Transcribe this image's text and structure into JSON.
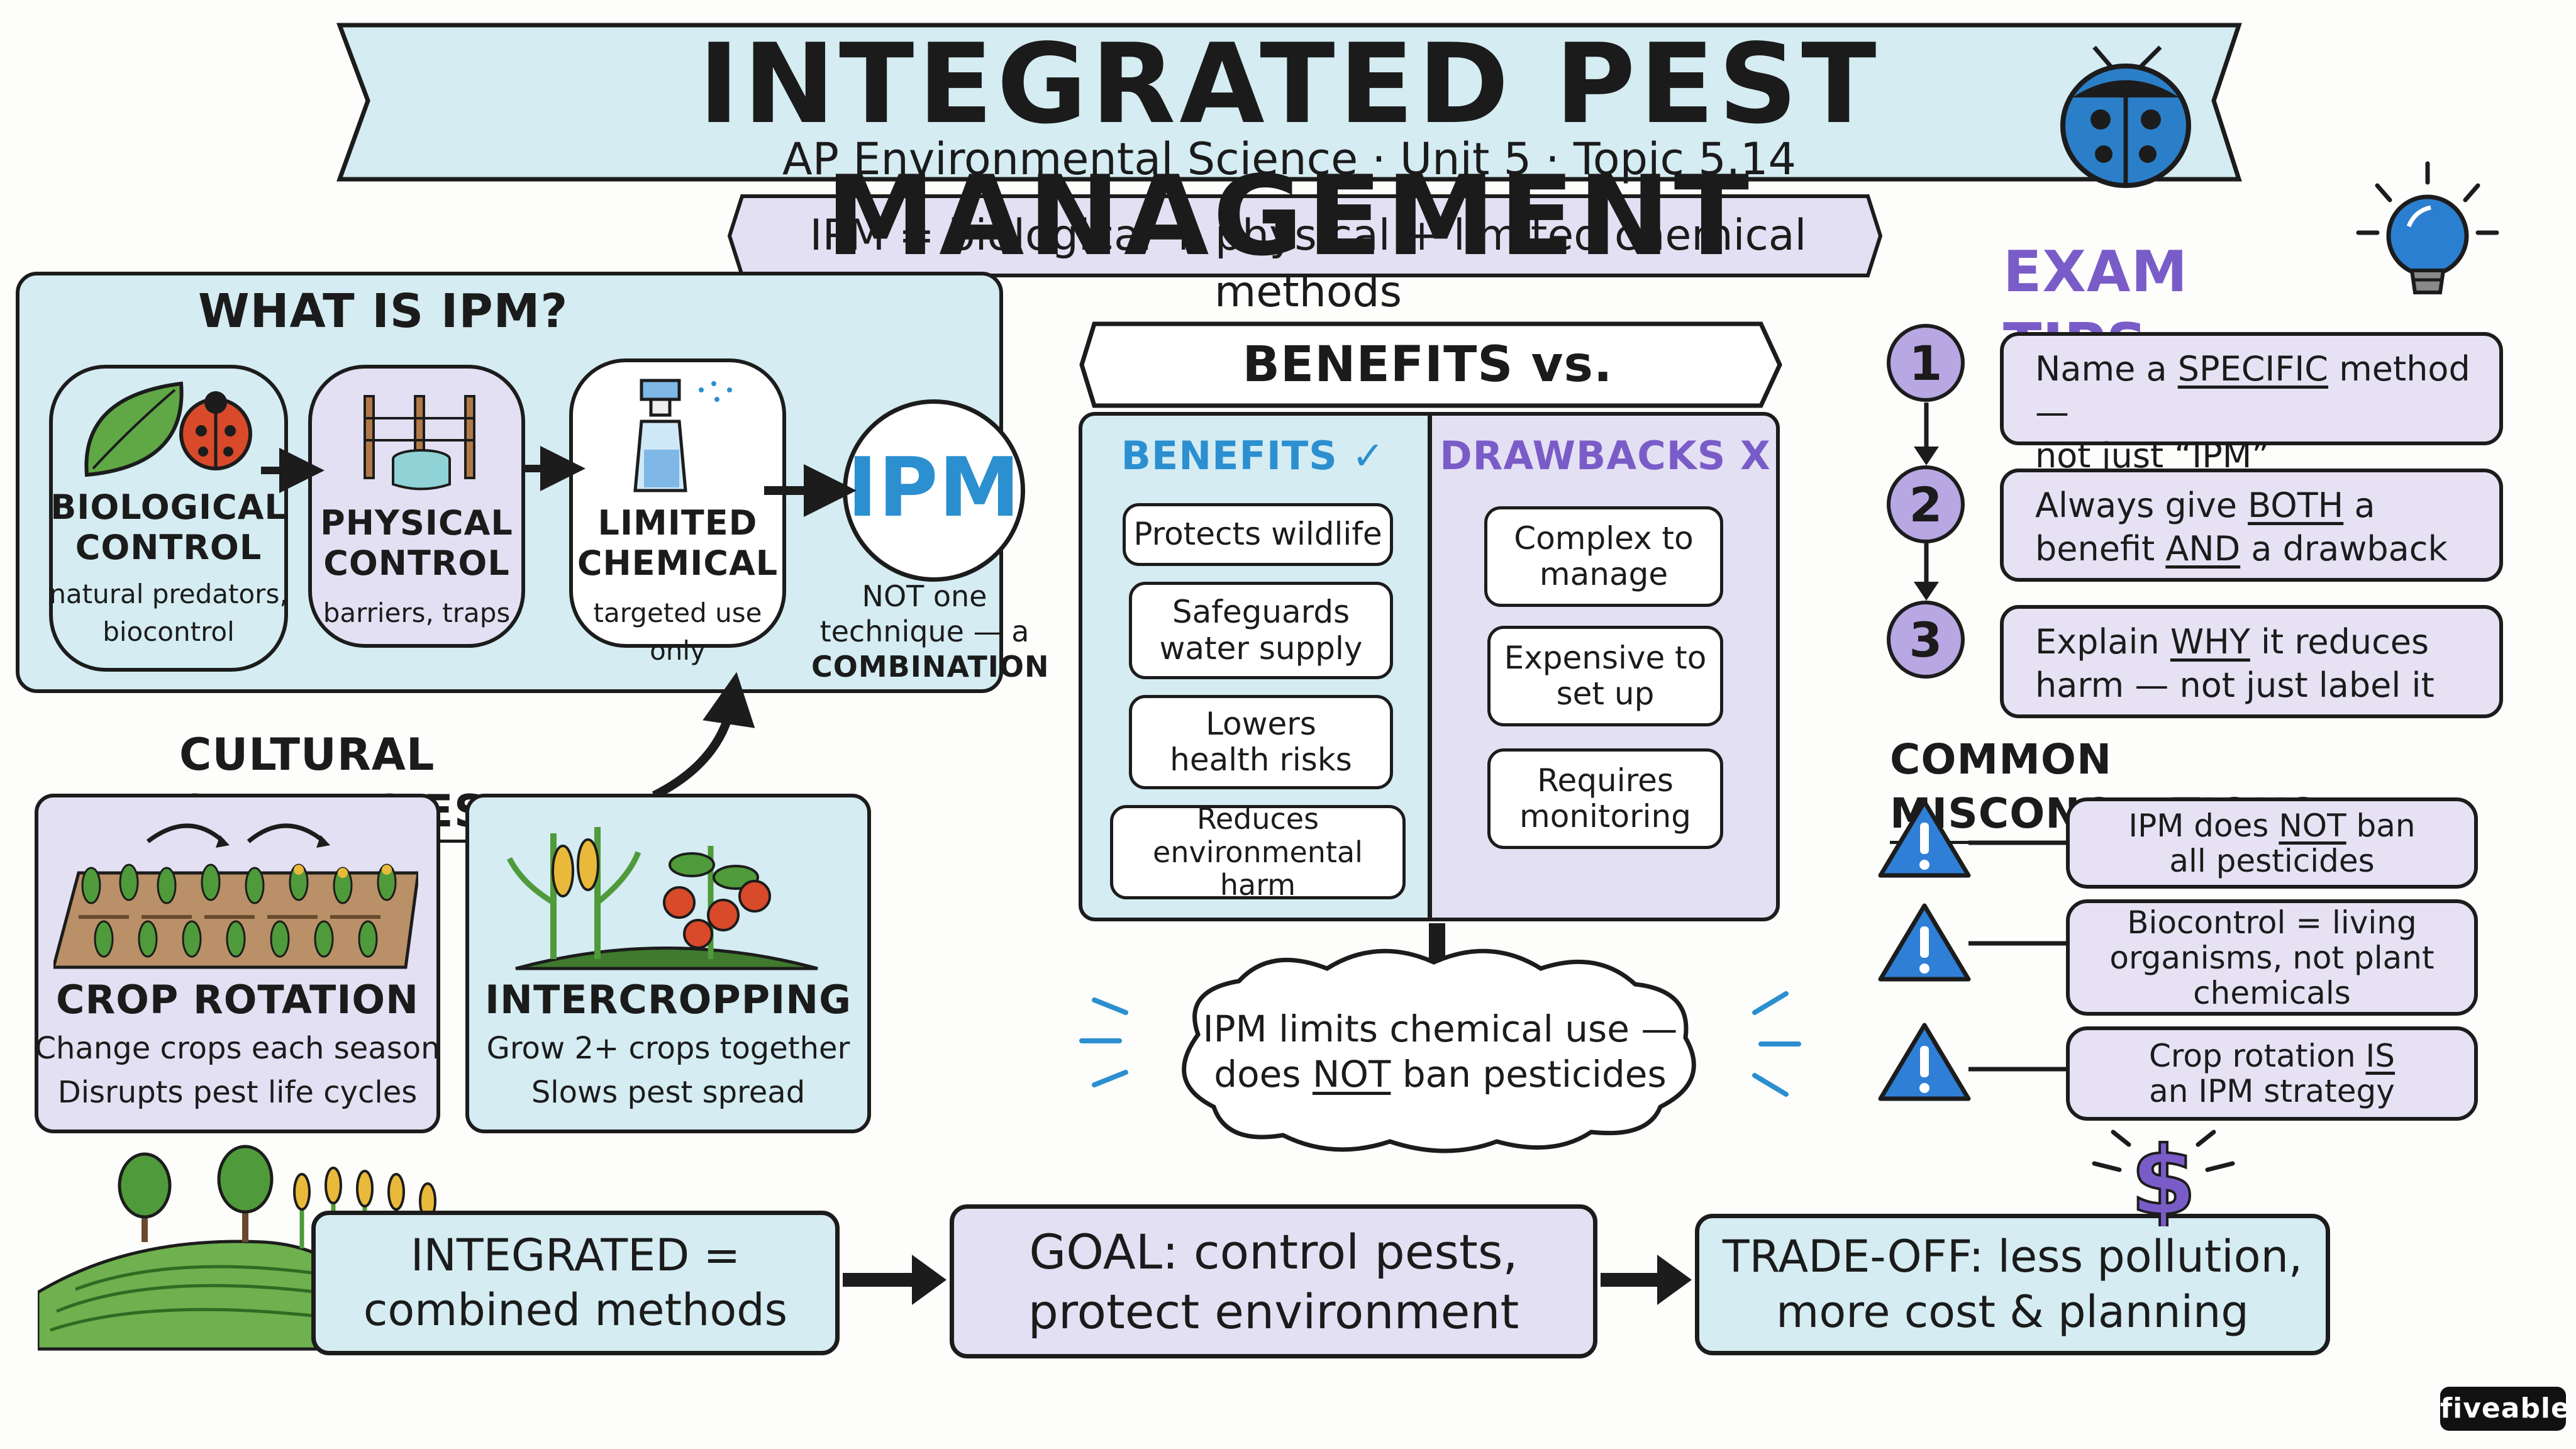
{
  "header": {
    "title": "INTEGRATED PEST MANAGEMENT",
    "subtitle": "AP Environmental Science · Unit 5 · Topic 5.14",
    "formula": "IPM = biological + physical + limited chemical methods"
  },
  "what_is_ipm": {
    "heading": "WHAT IS IPM?",
    "methods": [
      {
        "title1": "BIOLOGICAL",
        "title2": "CONTROL",
        "desc1": "natural predators,",
        "desc2": "biocontrol"
      },
      {
        "title1": "PHYSICAL",
        "title2": "CONTROL",
        "desc1": "barriers, traps",
        "desc2": ""
      },
      {
        "title1": "LIMITED",
        "title2": "CHEMICAL",
        "desc1": "targeted use only",
        "desc2": ""
      }
    ],
    "result": "IPM",
    "note1": "NOT one",
    "note2": "technique — a",
    "note3": "COMBINATION"
  },
  "cultural": {
    "heading": "CULTURAL STRATEGIES",
    "crop_rotation": {
      "title": "CROP ROTATION",
      "line1": "Change crops each season",
      "line2": "Disrupts pest life cycles"
    },
    "intercropping": {
      "title": "INTERCROPPING",
      "line1": "Grow 2+ crops together",
      "line2": "Slows pest spread"
    }
  },
  "benefits_drawbacks": {
    "heading": "BENEFITS vs. DRAWBACKS",
    "benefits_label": "BENEFITS ✓",
    "drawbacks_label": "DRAWBACKS X",
    "benefits": [
      {
        "l1": "Protects wildlife",
        "l2": ""
      },
      {
        "l1": "Safeguards",
        "l2": "water supply"
      },
      {
        "l1": "Lowers",
        "l2": "health risks"
      },
      {
        "l1": "Reduces",
        "l2": "environmental harm"
      }
    ],
    "drawbacks": [
      {
        "l1": "Complex to",
        "l2": "manage"
      },
      {
        "l1": "Expensive to",
        "l2": "set up"
      },
      {
        "l1": "Requires",
        "l2": "monitoring"
      }
    ],
    "cloud_a": "IPM limits chemical use —",
    "cloud_b1": "does ",
    "cloud_not": "NOT",
    "cloud_b2": " ban pesticides"
  },
  "exam_tips": {
    "heading": "EXAM TIPS",
    "tips": [
      {
        "num": "1",
        "a": "Name a ",
        "u": "SPECIFIC",
        "b": " method —",
        "c": "not just “IPM”"
      },
      {
        "num": "2",
        "a": "Always give ",
        "u": "BOTH",
        "b": " a",
        "c1": "benefit ",
        "u2": "AND",
        "c2": " a drawback"
      },
      {
        "num": "3",
        "a": "Explain ",
        "u": "WHY",
        "b": " it reduces",
        "c": "harm — not just label it"
      }
    ]
  },
  "misconceptions": {
    "heading": "COMMON MISCONCEPTIONS",
    "items": [
      {
        "a": "IPM does ",
        "u": "NOT",
        "b": " ban",
        "c": "all pesticides"
      },
      {
        "a": "Biocontrol = living",
        "b": "organisms, not plant",
        "c": "chemicals"
      },
      {
        "a": "Crop rotation ",
        "u": "IS",
        "c": "an IPM strategy"
      }
    ]
  },
  "flow": {
    "box1_a": "INTEGRATED =",
    "box1_b": "combined methods",
    "box2_a": "GOAL: control pests,",
    "box2_b": "protect environment",
    "box3_a": "TRADE-OFF: less pollution,",
    "box3_b": "more cost & planning"
  },
  "brand": "fiveable",
  "colors": {
    "blue_fill": "#d4ecf2",
    "lavender_fill": "#e4e0f3",
    "accent_blue": "#2b8fd0",
    "accent_purple": "#7a5cc8",
    "warning_blue": "#2f7fd6"
  }
}
